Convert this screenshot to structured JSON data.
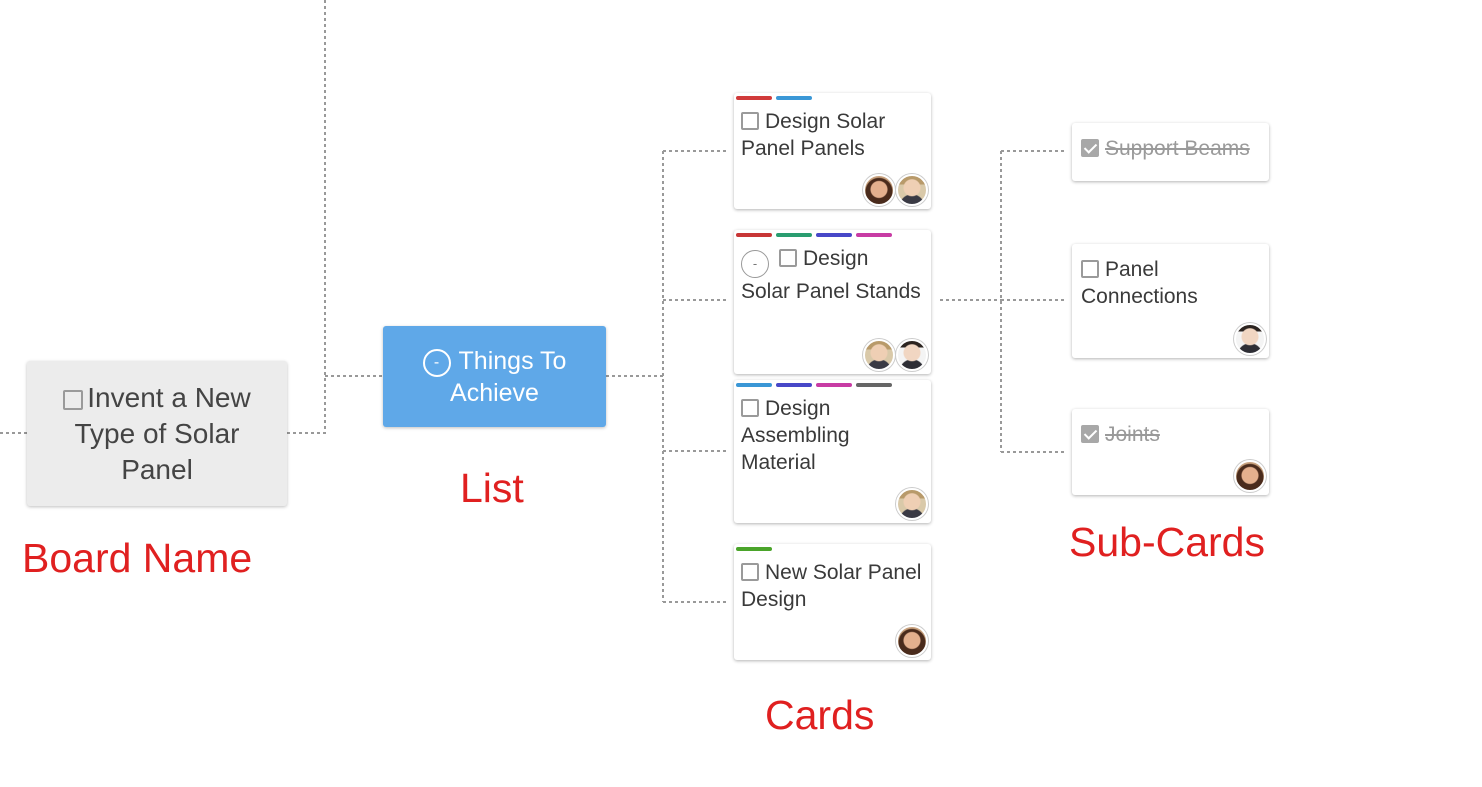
{
  "board": {
    "title": "Invent a New Type of Solar Panel"
  },
  "list": {
    "title": "Things To Achieve",
    "collapse_glyph": "-"
  },
  "cards": [
    {
      "title": "Design Solar Panel Panels",
      "labels": [
        "#d03a3a",
        "#3a97d6"
      ],
      "avatars": [
        "woman",
        "man1"
      ]
    },
    {
      "title": "Design Solar Panel Stands",
      "collapse_glyph": "-",
      "labels": [
        "#c83636",
        "#2a9d70",
        "#4848c8",
        "#c83ca4"
      ],
      "avatars": [
        "man1",
        "man2"
      ]
    },
    {
      "title": "Design Assembling Material",
      "labels": [
        "#3a97d6",
        "#4848c8",
        "#c83ca4",
        "#666666"
      ],
      "avatars": [
        "man1"
      ]
    },
    {
      "title": "New Solar Panel Design",
      "labels": [
        "#4aa42a"
      ],
      "avatars": [
        "woman"
      ]
    }
  ],
  "subcards": [
    {
      "title": "Support Beams",
      "checked": true,
      "avatars": []
    },
    {
      "title": "Panel Connections",
      "checked": false,
      "avatars": [
        "man2"
      ]
    },
    {
      "title": "Joints",
      "checked": true,
      "avatars": [
        "woman"
      ]
    }
  ],
  "captions": {
    "board": "Board Name",
    "list": "List",
    "cards": "Cards",
    "subcards": "Sub-Cards"
  },
  "colors": {
    "list_bg": "#5fa8e8",
    "board_bg": "#ececec",
    "caption": "#e02020",
    "connector": "#999999"
  }
}
